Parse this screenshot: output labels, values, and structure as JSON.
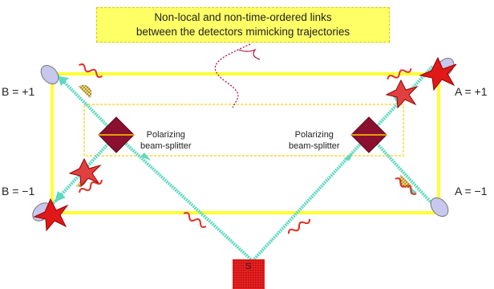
{
  "callout": {
    "line1": "Non-local and non-time-ordered links",
    "line2": "between the detectors mimicking trajectories"
  },
  "labels": {
    "b_plus": "B = +1",
    "b_minus": "B = −1",
    "a_plus": "A = +1",
    "a_minus": "A = −1",
    "source": "S"
  },
  "beam_splitter_left": {
    "line1": "Polarizing",
    "line2": "beam-splitter"
  },
  "beam_splitter_right": {
    "line1": "Polarizing",
    "line2": "beam-splitter"
  },
  "colors": {
    "box": "#ffff33",
    "beam": "#5fd8c0",
    "splitter": "#8b1030",
    "source": "#e02020",
    "star": "#e01818",
    "wave": "#e03020",
    "detector": "#c8c8ee"
  }
}
